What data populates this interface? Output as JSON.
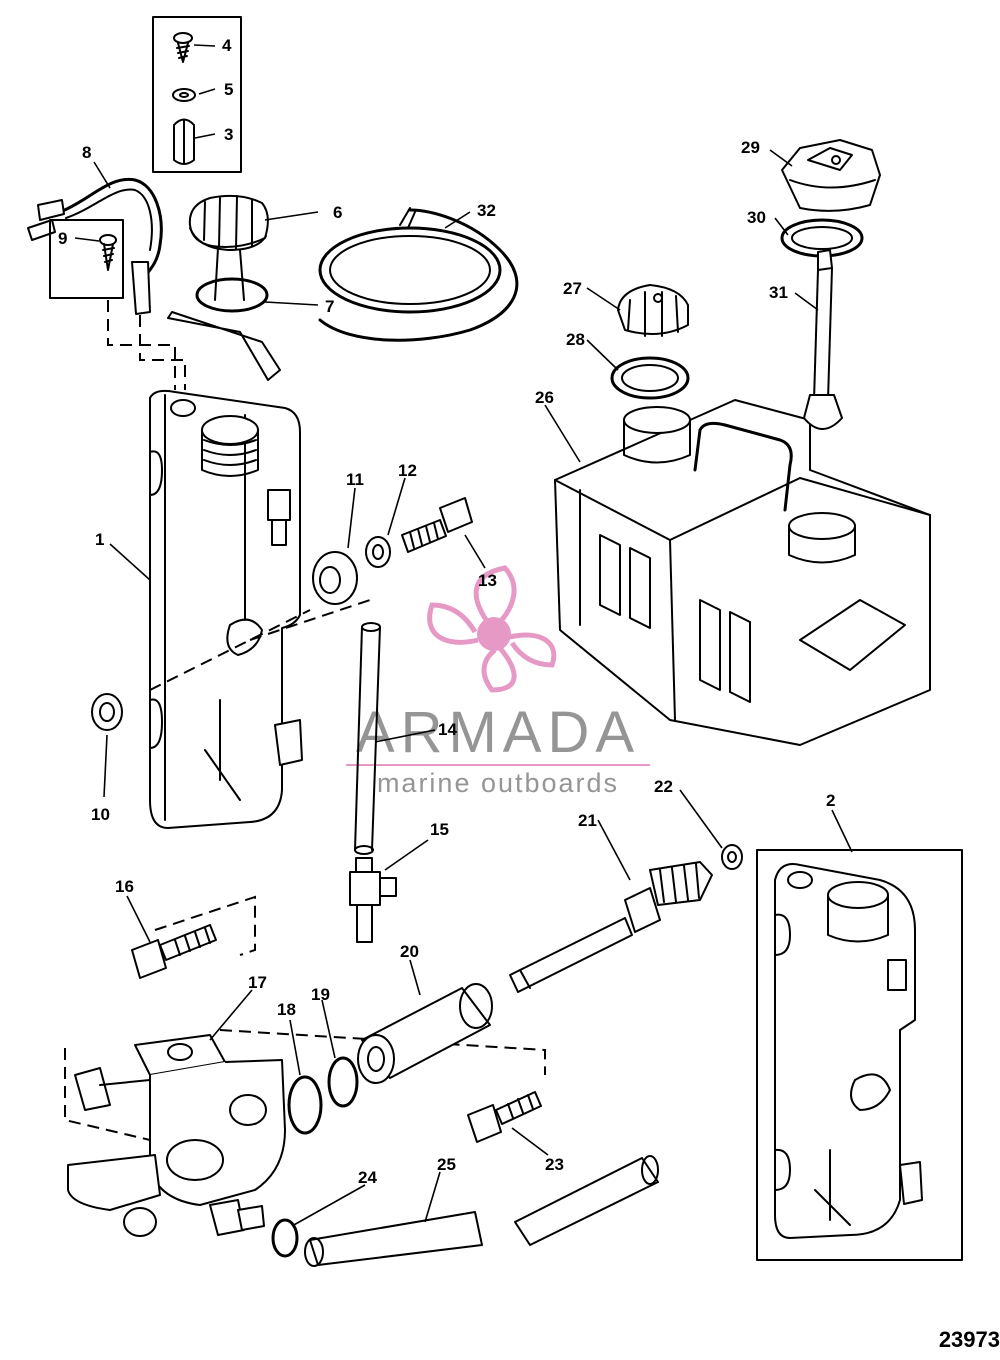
{
  "diagram": {
    "part_labels": [
      "1",
      "2",
      "3",
      "4",
      "5",
      "6",
      "7",
      "8",
      "9",
      "10",
      "11",
      "12",
      "13",
      "14",
      "15",
      "16",
      "17",
      "18",
      "19",
      "20",
      "21",
      "22",
      "23",
      "24",
      "25",
      "26",
      "27",
      "28",
      "29",
      "30",
      "31",
      "32"
    ],
    "drawing_number": "23973"
  },
  "watermark": {
    "brand": "ARMADA",
    "tagline": "marine outboards",
    "colors": {
      "logo_pink": "#e58fc0",
      "brand_gray": "#8a8a8a",
      "line": "#000000"
    }
  }
}
